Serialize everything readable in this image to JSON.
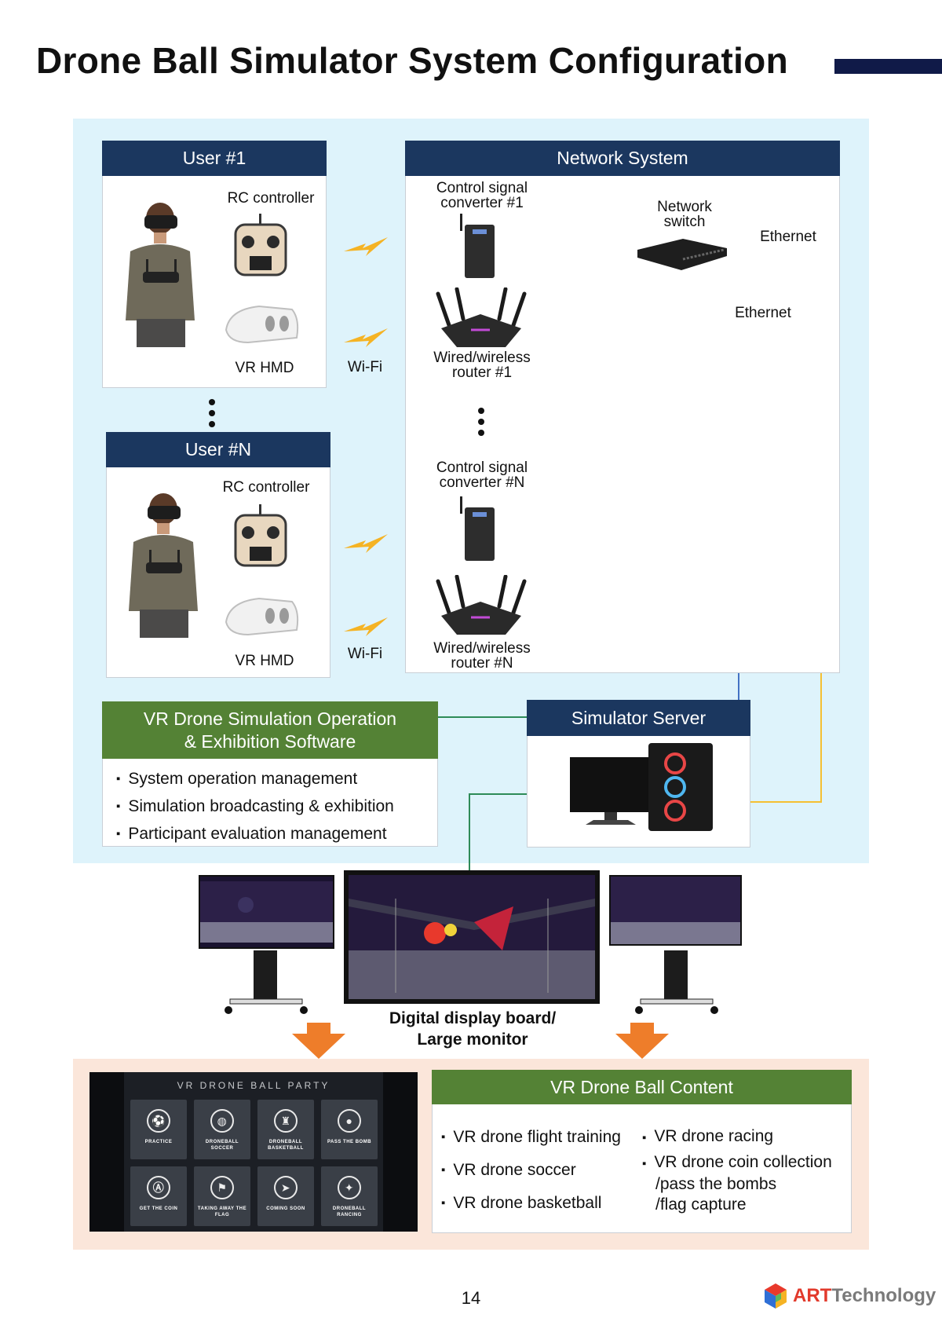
{
  "page": {
    "title": "Drone Ball Simulator System Configuration",
    "page_number": "14",
    "logo_text_art": "ART",
    "logo_text_rest": "echnology",
    "logo_t": "T"
  },
  "users": [
    {
      "title": "User #1",
      "rc_label": "RC controller",
      "hmd_label": "VR HMD",
      "wifi_label": "Wi-Fi"
    },
    {
      "title": "User #N",
      "rc_label": "RC controller",
      "hmd_label": "VR HMD",
      "wifi_label": "Wi-Fi"
    }
  ],
  "network": {
    "title": "Network System",
    "converter1": [
      "Control signal",
      "converter #1"
    ],
    "router1": [
      "Wired/wireless",
      "router #1"
    ],
    "converterN": [
      "Control signal",
      "converter #N"
    ],
    "routerN": [
      "Wired/wireless",
      "router #N"
    ],
    "switch": [
      "Network",
      "switch"
    ],
    "ethernet_1": "Ethernet",
    "ethernet_2": "Ethernet"
  },
  "software": {
    "title_line1": "VR Drone Simulation Operation",
    "title_line2": "& Exhibition Software",
    "items": [
      "System operation management",
      "Simulation broadcasting & exhibition",
      "Participant evaluation management"
    ]
  },
  "server": {
    "title": "Simulator Server"
  },
  "display": {
    "line1": "Digital display board/",
    "line2": "Large monitor"
  },
  "menu_screen": {
    "header": "VR DRONE BALL PARTY",
    "tiles": [
      {
        "label": "PRACTICE",
        "icon": "soccer-ball-icon"
      },
      {
        "label": "DRONEBALL SOCCER",
        "icon": "globe-icon"
      },
      {
        "label": "DRONEBALL BASKETBALL",
        "icon": "basketball-hoop-icon"
      },
      {
        "label": "PASS THE BOMB",
        "icon": "bomb-icon"
      },
      {
        "label": "GET THE COIN",
        "icon": "coin-icon"
      },
      {
        "label": "TAKING AWAY THE FLAG",
        "icon": "flag-icon"
      },
      {
        "label": "COMING SOON",
        "icon": "drone-icon"
      },
      {
        "label": "DRONEBALL RANCING",
        "icon": "racing-icon"
      }
    ]
  },
  "content": {
    "title": "VR Drone Ball Content",
    "left_items": [
      "VR drone flight training",
      "VR drone soccer",
      "VR drone basketball"
    ],
    "right_items": [
      "VR drone racing",
      "VR drone coin collection",
      "/pass the bombs",
      "/flag capture"
    ]
  },
  "colors": {
    "navy": "#1b375f",
    "green": "#548235",
    "ethernet": "#f5c032",
    "lan": "#4472c4",
    "link": "#2e8b57",
    "arrow": "#ee7d2a"
  }
}
